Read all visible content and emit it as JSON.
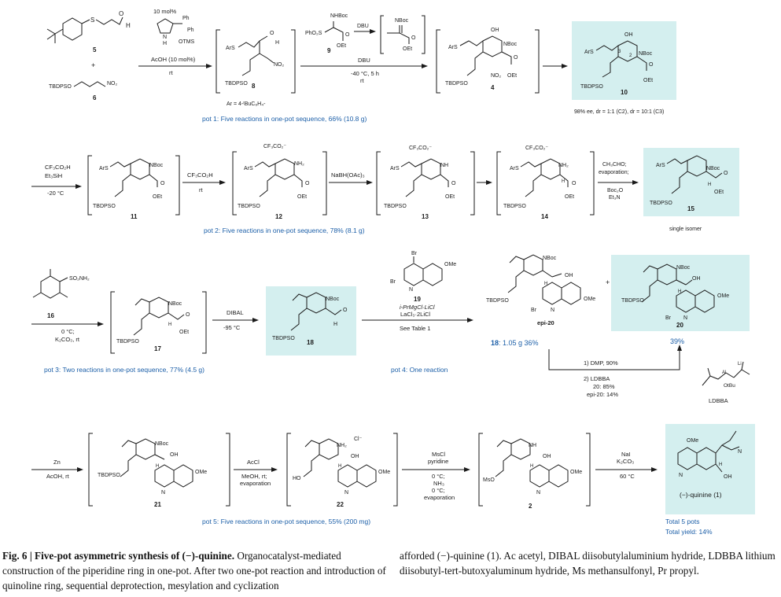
{
  "figure": {
    "number_label": "Fig. 6",
    "title": "Five-pot asymmetric synthesis of (−)-quinine.",
    "caption_left": "Organocatalyst-mediated construction of the piperidine ring in one-pot. After two one-pot reaction and introduction of quinoline ring, sequential deprotection, mesylation and cyclization",
    "caption_right": "afforded (−)-quinine (1). Ac acetyl, DIBAL diisobutylaluminium hydride, LDBBA lithium diisobutyl-tert-butoxyaluminum hydride, Ms methansulfonyl, Pr propyl."
  },
  "pot1": {
    "catalyst_loading": "10 mol%",
    "cat_ph1": "Ph",
    "cat_ph2": "Ph",
    "cat_nh": "N",
    "cat_h": "H",
    "cat_otms": "OTMS",
    "conditions_top": "AcOH (10 mol%)",
    "conditions_bottom": "rt",
    "cmpd5_label": "5",
    "cmpd6_label": "6",
    "cmpd6_plus": "+",
    "cmpd6_tbdpso": "TBDPSO",
    "cmpd6_no2": "NO₂",
    "cmpd5_s": "S",
    "cmpd5_h": "H",
    "cmpd5_o": "O",
    "cmpd8_ars": "ArS",
    "cmpd8_o": "O",
    "cmpd8_h": "H",
    "cmpd8_no2": "NO₂",
    "cmpd8_tbdpso": "TBDPSO",
    "cmpd8_label": "8",
    "ar_def": "Ar = 4-ᵗBuC₆H₄-",
    "cmpd9_nhboc": "NHBoc",
    "cmpd9_phso2s": "PhO₂S",
    "cmpd9_oet": "OEt",
    "cmpd9_o": "O",
    "cmpd9_label": "9",
    "dbu1": "DBU",
    "imine_nboc": "NBoc",
    "imine_oet": "OEt",
    "imine_o": "O",
    "arrow2_top": "DBU",
    "arrow2_mid": "-40 °C, 5 h",
    "arrow2_bottom": "rt",
    "cmpd4_ars": "ArS",
    "cmpd4_oh": "OH",
    "cmpd4_nboc": "NBoc",
    "cmpd4_no2": "NO₂",
    "cmpd4_oet": "OEt",
    "cmpd4_o": "O",
    "cmpd4_tbdpso": "TBDPSO",
    "cmpd4_label": "4",
    "cmpd10_ars": "ArS",
    "cmpd10_oh": "OH",
    "cmpd10_nboc": "NBoc",
    "cmpd10_n3": "3",
    "cmpd10_n2": "2",
    "cmpd10_oet": "OEt",
    "cmpd10_o": "O",
    "cmpd10_tbdpso": "TBDPSO",
    "cmpd10_label": "10",
    "cmpd10_note": "98% ee, dr = 1:1 (C2), dr = 10:1 (C3)",
    "summary": "pot 1: Five reactions in one-pot sequence, 66% (10.8 g)"
  },
  "pot2": {
    "arrow1_top": "CF₃CO₂H",
    "arrow1_mid": "Et₃SiH",
    "arrow1_bottom": "-20 °C",
    "cmpd11_ars": "ArS",
    "cmpd11_nboc": "NBoc",
    "cmpd11_oet": "OEt",
    "cmpd11_o": "O",
    "cmpd11_tbdpso": "TBDPSO",
    "cmpd11_label": "11",
    "arrow2_top": "CF₃CO₂H",
    "arrow2_bottom": "rt",
    "cmpd12_anion": "CF₃CO₂⁻",
    "cmpd12_ars": "ArS",
    "cmpd12_nh2": "NH₂",
    "cmpd12_oet": "OEt",
    "cmpd12_o": "O",
    "cmpd12_tbdpso": "TBDPSO",
    "cmpd12_label": "12",
    "arrow3_top": "NaBH(OAc)₃",
    "cmpd13_anion": "CF₃CO₂⁻",
    "cmpd13_ars": "ArS",
    "cmpd13_nh": "NH",
    "cmpd13_oet": "OEt",
    "cmpd13_o": "O",
    "cmpd13_tbdpso": "TBDPSO",
    "cmpd13_label": "13",
    "cmpd14_anion": "CF₃CO₂⁻",
    "cmpd14_ars": "ArS",
    "cmpd14_nh2": "NH₂",
    "cmpd14_h": "H",
    "cmpd14_oet": "OEt",
    "cmpd14_o": "O",
    "cmpd14_tbdpso": "TBDPSO",
    "cmpd14_label": "14",
    "arrow5_top1": "CH₃CHO;",
    "arrow5_top2": "evaporation;",
    "arrow5_bottom1": "Boc₂O",
    "arrow5_bottom2": "Et₃N",
    "cmpd15_ars": "ArS",
    "cmpd15_nboc": "NBoc",
    "cmpd15_h": "H",
    "cmpd15_oet": "OEt",
    "cmpd15_o": "O",
    "cmpd15_tbdpso": "TBDPSO",
    "cmpd15_label": "15",
    "cmpd15_note": "single isomer",
    "summary": "pot 2: Five reactions in one-pot sequence, 78% (8.1 g)"
  },
  "pot3": {
    "cmpd16_so2nh2": "SO₂NH₂",
    "cmpd16_label": "16",
    "arrow1_c1": "0 °C;",
    "arrow1_c2": "K₂CO₃, rt",
    "cmpd17_nboc": "NBoc",
    "cmpd17_oet": "OEt",
    "cmpd17_o": "O",
    "cmpd17_h": "H",
    "cmpd17_tbdpso": "TBDPSO",
    "cmpd17_label": "17",
    "arrow2_top": "DIBAL",
    "arrow2_bottom": "-95 °C",
    "cmpd18_nboc": "NBoc",
    "cmpd18_o": "O",
    "cmpd18_h": "H",
    "cmpd18_tbdpso": "TBDPSO",
    "cmpd18_label": "18",
    "summary": "pot 3: Two reactions in one-pot sequence, 77% (4.5 g)"
  },
  "pot4": {
    "cmpd19_br1": "Br",
    "cmpd19_br2": "Br",
    "cmpd19_ome": "OMe",
    "cmpd19_n": "N",
    "cmpd19_label": "19",
    "reagent1": "i-PrMgCl·LiCl",
    "reagent2": "LaCl₃·2LiCl",
    "see_table": "See Table 1",
    "summary": "pot 4: One reaction",
    "epi20_nboc": "NBoc",
    "epi20_oh": "OH",
    "epi20_h": "H",
    "epi20_ome": "OMe",
    "epi20_br": "Br",
    "epi20_n": "N",
    "epi20_tbdpso": "TBDPSO",
    "epi20_label": "epi-20",
    "cmpd20_nboc": "NBoc",
    "cmpd20_oh": "OH",
    "cmpd20_h": "H",
    "cmpd20_ome": "OMe",
    "cmpd20_br": "Br",
    "cmpd20_n": "N",
    "cmpd20_tbdpso": "TBDPSO",
    "cmpd20_label": "20",
    "plus": "+",
    "yield_epi_prefix": "18",
    "yield_epi_rest": ": 1.05 g   36%",
    "yield_20": "39%",
    "conv_step1": "1) DMP, 90%",
    "conv_step2": "2) LDBBA",
    "conv_step2_a": "20: 85%",
    "conv_step2_b": "epi-20: 14%",
    "ldbba_li": "Li",
    "ldbba_al": "Al",
    "ldbba_obu": "OtBu",
    "ldbba_name": "LDBBA"
  },
  "pot5": {
    "arrow1_top": "Zn",
    "arrow1_bottom": "AcOH, rt",
    "cmpd21_nboc": "NBoc",
    "cmpd21_oh": "OH",
    "cmpd21_h": "H",
    "cmpd21_ome": "OMe",
    "cmpd21_n": "N",
    "cmpd21_tbdpso": "TBDPSO",
    "cmpd21_label": "21",
    "arrow2_top": "AcCl",
    "arrow2_mid": "MeOH, rt;",
    "arrow2_bottom": "evaporation",
    "cmpd22_cl": "Cl⁻",
    "cmpd22_nh2": "NH₂",
    "cmpd22_oh": "OH",
    "cmpd22_h": "H",
    "cmpd22_ho": "HO",
    "cmpd22_ome": "OMe",
    "cmpd22_n": "N",
    "cmpd22_label": "22",
    "arrow3_top1": "MsCl",
    "arrow3_top2": "pyridine",
    "arrow3_b1": "0 °C;",
    "arrow3_b2": "NH₃",
    "arrow3_b3": "0 °C;",
    "arrow3_b4": "evaporation",
    "cmpd2_nh": "NH",
    "cmpd2_oh": "OH",
    "cmpd2_h": "H",
    "cmpd2_mso": "MsO",
    "cmpd2_ome": "OMe",
    "cmpd2_n": "N",
    "cmpd2_label": "2",
    "arrow4_top1": "NaI",
    "arrow4_top2": "K₂CO₃",
    "arrow4_bottom": "60 °C",
    "quinine_ome": "OMe",
    "quinine_n1": "N",
    "quinine_n2": "N",
    "quinine_oh": "OH",
    "quinine_h": "H",
    "quinine_name": "(−)-quinine (1)",
    "summary": "pot 5: Five reactions in one-pot sequence, 55% (200 mg)",
    "total_pots": "Total 5 pots",
    "total_yield": "Total yield: 14%"
  },
  "colors": {
    "highlight": "#d4efef",
    "blue_text": "#1c5fa8"
  }
}
